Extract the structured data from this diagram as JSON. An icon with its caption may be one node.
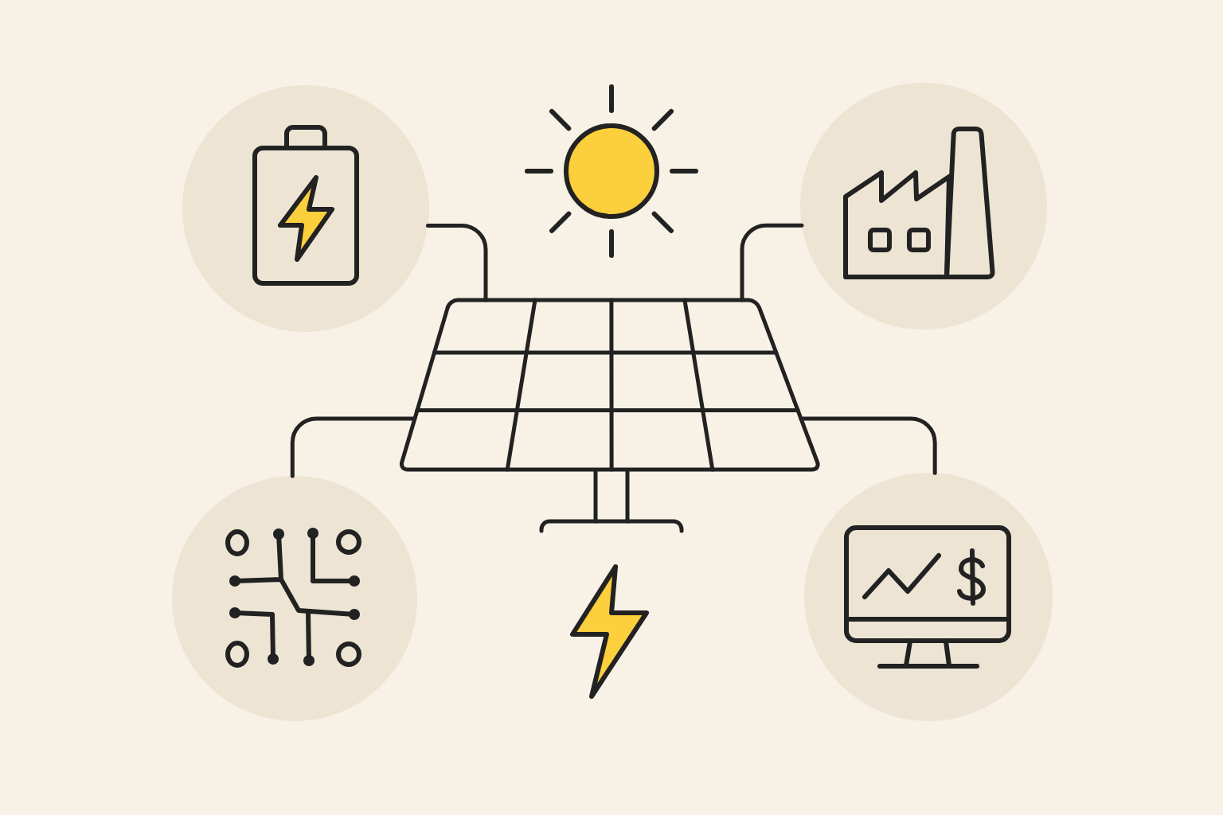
{
  "diagram": {
    "nodes": [
      {
        "text": [],
        "shape": "picture"
      },
      {
        "text": [],
        "shape": "circle"
      },
      {
        "text": [],
        "shape": "circle"
      },
      {
        "text": [],
        "shape": "circle"
      },
      {
        "text": [],
        "shape": "circle"
      }
    ],
    "edges": [
      {
        "from": 0,
        "to": 1,
        "arrow": "none"
      },
      {
        "from": 0,
        "to": 2,
        "arrow": "none"
      },
      {
        "from": 0,
        "to": 3,
        "arrow": "none"
      },
      {
        "from": 0,
        "to": 4,
        "arrow": "none"
      }
    ]
  }
}
